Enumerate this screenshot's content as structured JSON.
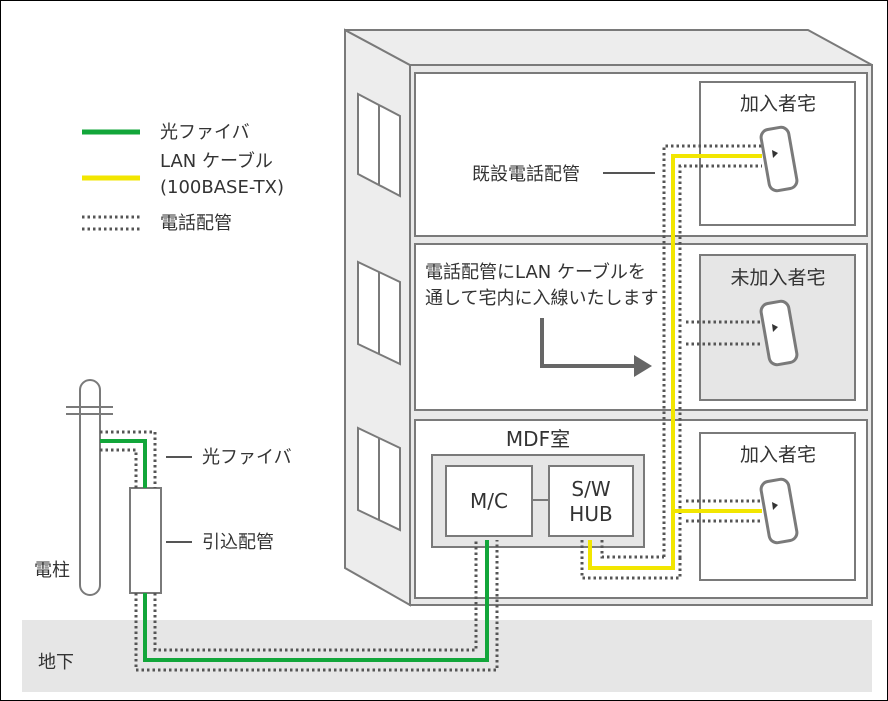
{
  "legend": {
    "fiber": "光ファイバ",
    "lan_line1": "LAN ケーブル",
    "lan_line2": "(100BASE-TX)",
    "phone": "電話配管"
  },
  "labels": {
    "existing_conduit": "既設電話配管",
    "note_line1": "電話配管にLAN ケーブルを",
    "note_line2": "通して宅内に入線いたします",
    "mdf_room": "MDF室",
    "mc": "M/C",
    "sw_line1": "S/W",
    "sw_line2": "HUB",
    "pole": "電柱",
    "pole_fiber": "光ファイバ",
    "lead_in": "引込配管",
    "underground": "地下"
  },
  "rooms": {
    "top": "加入者宅",
    "middle": "未加入者宅",
    "bottom": "加入者宅"
  },
  "colors": {
    "fiber": "#12a63a",
    "lan": "#f2e600",
    "phone_dots": "#555555",
    "outline": "#7a7a7a",
    "ground": "#e6e6e6"
  }
}
